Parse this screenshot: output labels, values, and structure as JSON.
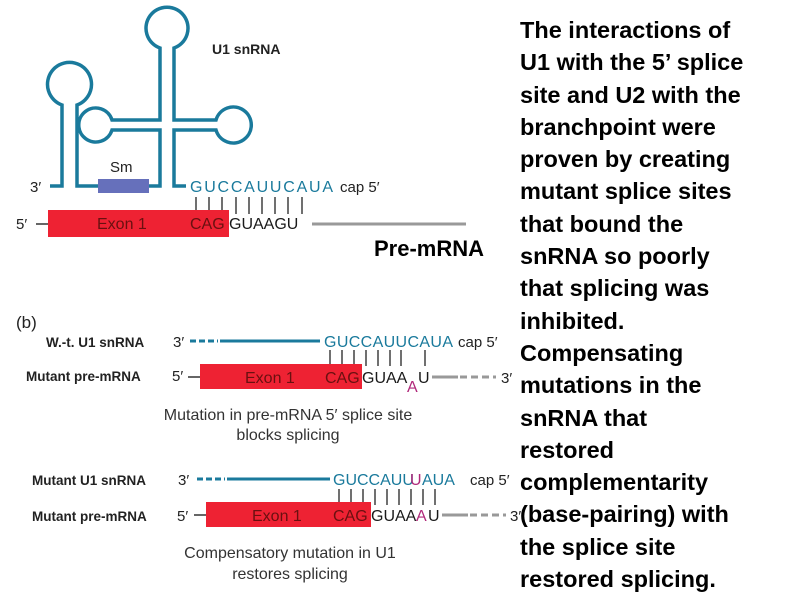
{
  "colors": {
    "snrna": "#1a7a9c",
    "exon": "#ee2233",
    "sm": "#6670bb",
    "mutation": "#b0287a",
    "intron": "#999999"
  },
  "panel_a": {
    "snrna_label": "U1 snRNA",
    "sm_label": "Sm",
    "three_prime": "3′",
    "five_prime": "5′",
    "snrna_seq": "GUCCAUUCAUA",
    "cap": "cap 5′",
    "exon_label": "Exon 1",
    "cag": "CAG",
    "intron_seq": "GUAAGU",
    "premrna_label": "Pre-mRNA"
  },
  "panel_b": {
    "panel_label": "(b)",
    "wt_label": "W.-t. U1 snRNA",
    "mut_pre_label": "Mutant pre-mRNA",
    "mut_u1_label": "Mutant U1 snRNA",
    "three_prime": "3′",
    "five_prime": "5′",
    "cap": "cap 5′",
    "exon_label": "Exon 1",
    "cag": "CAG",
    "wt_seq": "GUCCAUUCAUA",
    "mut_intron_a": "GUAA",
    "mut_a": "A",
    "mut_intron_u": "U",
    "mut_u1_seq_a": "GUCCAUU",
    "mut_u1_u": "U",
    "mut_u1_seq_b": "AUA",
    "caption1_line1": "Mutation in pre-mRNA 5′ splice site",
    "caption1_line2": "blocks splicing",
    "caption2_line1": "Compensatory mutation in U1",
    "caption2_line2": "restores splicing"
  },
  "side_text": [
    "The interactions of",
    "U1 with the 5’ splice",
    "site and U2 with the",
    "branchpoint were",
    "proven by creating",
    "mutant splice sites",
    "that bound the",
    "snRNA so poorly",
    "that splicing was",
    "inhibited.",
    "Compensating",
    "mutations in the",
    "snRNA that",
    "restored",
    "complementarity",
    "(base-pairing) with",
    "the splice site",
    "restored splicing."
  ]
}
